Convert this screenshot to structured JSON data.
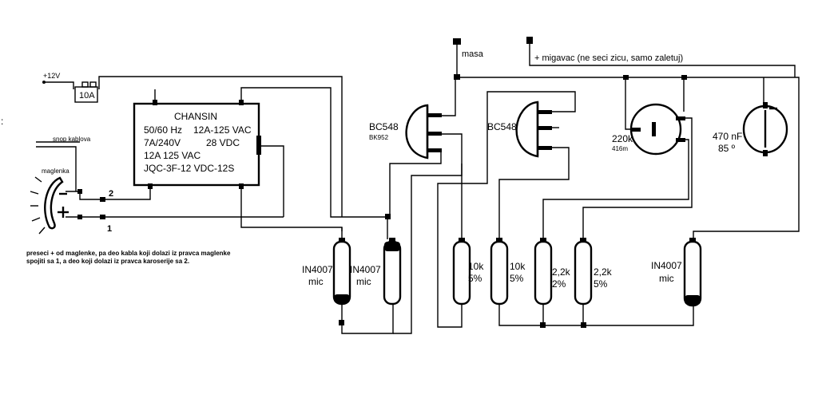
{
  "labels": {
    "plus12v": "+12V",
    "fuse": "10A",
    "relay_name": "CHANSIN",
    "relay_spec_1a": "50/60 Hz",
    "relay_spec_1b": "12A-125 VAC",
    "relay_spec_2a": "7A/240V",
    "relay_spec_2b": "28 VDC",
    "relay_spec_3": "12A 125 VAC",
    "relay_spec_4": "JQC-3F-12  VDC-12S",
    "snop": "snop kablova",
    "maglenka": "maglenka",
    "terminal_2": "2",
    "terminal_1": "1",
    "note_1": "preseci + od maglenke, pa deo kabla koji dolazi iz pravca maglenke",
    "note_2": "spojiti sa 1, a deo koji dolazi iz pravca karoserije sa 2.",
    "masa": "masa",
    "migavac": "+ migavac (ne seci zicu, samo zaletuj)",
    "t1_name": "BC548",
    "t1_sub": "BK952",
    "t2_name": "BC548",
    "pot_value": "220k",
    "pot_sub": "416m",
    "cap_value": "470 nF",
    "cap_temp": "85 º",
    "d1_name": "IN4007",
    "d1_sub": "mic",
    "d2_name": "IN4007",
    "d2_sub": "mic",
    "d3_name": "IN4007",
    "d3_sub": "mic",
    "r1_value": "10k",
    "r1_tol": "5%",
    "r2_value": "10k",
    "r2_tol": "5%",
    "r3_value": "2,2k",
    "r3_tol": "2%",
    "r4_value": "2,2k",
    "r4_tol": "5%",
    "edge_mark": ":"
  }
}
